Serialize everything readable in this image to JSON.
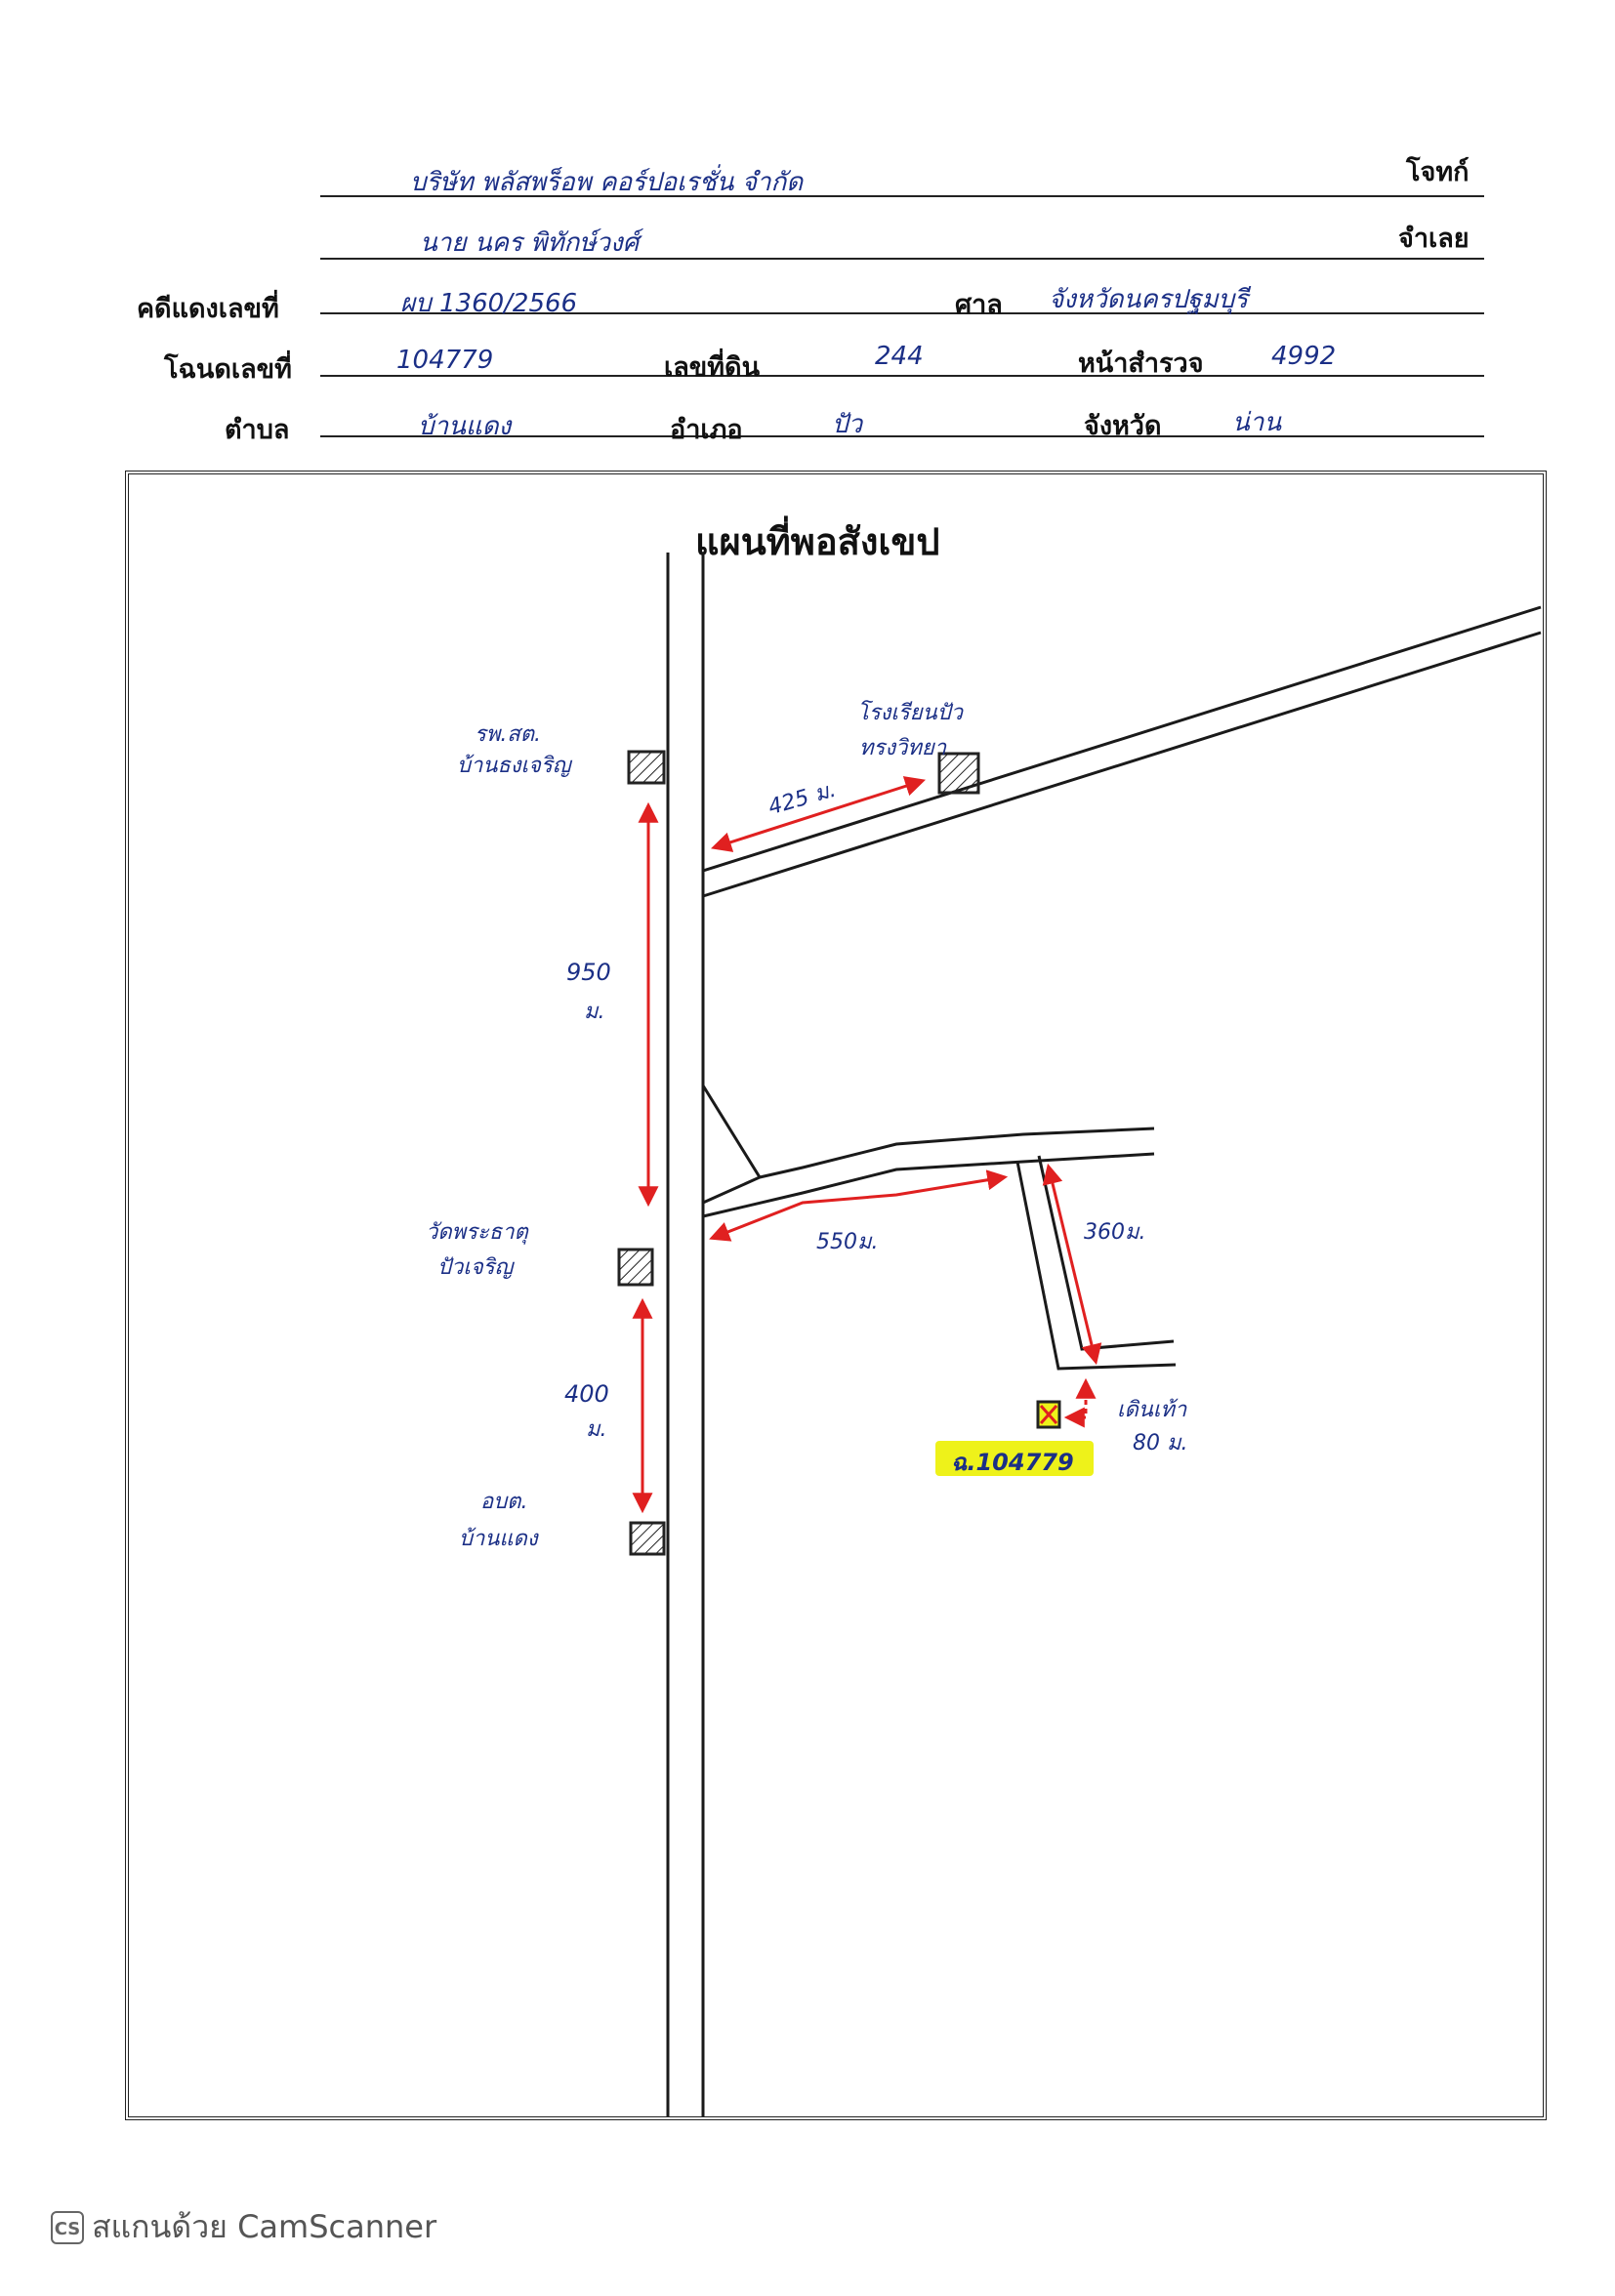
{
  "header": {
    "fields": {
      "plaintiff_label": "โจทก์",
      "plaintiff_value": "บริษัท พลัสพร็อพ คอร์ปอเรชั่น จำกัด",
      "defendant_label": "จำเลย",
      "defendant_value": "นาย นคร พิทักษ์วงศ์",
      "case_label": "คดีแดงเลขที่",
      "case_value": "ผบ 1360/2566",
      "court_label": "ศาล",
      "court_value": "จังหวัดนครปฐมบุรี",
      "deed_label": "โฉนดเลขที่",
      "deed_value": "104779",
      "land_no_label": "เลขที่ดิน",
      "land_no_value": "244",
      "survey_page_label": "หน้าสำรวจ",
      "survey_page_value": "4992",
      "subdistrict_label": "ตำบล",
      "subdistrict_value": "บ้านแดง",
      "district_label": "อำเภอ",
      "district_value": "ปัว",
      "province_label": "จังหวัด",
      "province_value": "น่าน"
    }
  },
  "map": {
    "title": "แผนที่พอสังเขป",
    "landmarks": {
      "hospital_line1": "รพ.สต.",
      "hospital_line2": "บ้านธงเจริญ",
      "school_line1": "โรงเรียนปัว",
      "school_line2": "ทรงวิทยา",
      "temple_line1": "วัดพระธาตุ",
      "temple_line2": "ปัวเจริญ",
      "office_line1": "อบต.",
      "office_line2": "บ้านแดง"
    },
    "distances": {
      "d_425": "425 ม.",
      "d_950_a": "950",
      "d_950_b": "ม.",
      "d_550": "550ม.",
      "d_360": "360ม.",
      "d_400_a": "400",
      "d_400_b": "ม.",
      "walk_a": "เดินเท้า",
      "walk_b": "80 ม."
    },
    "property_label": "ฉ.104779",
    "colors": {
      "arrow": "#e02020",
      "road": "#1a1a1a",
      "highlight": "#eef21a",
      "handwriting": "#1b2f86"
    }
  },
  "footer": {
    "scanner_icon": "cs-icon",
    "scanner_text": "สแกนด้วย CamScanner"
  }
}
